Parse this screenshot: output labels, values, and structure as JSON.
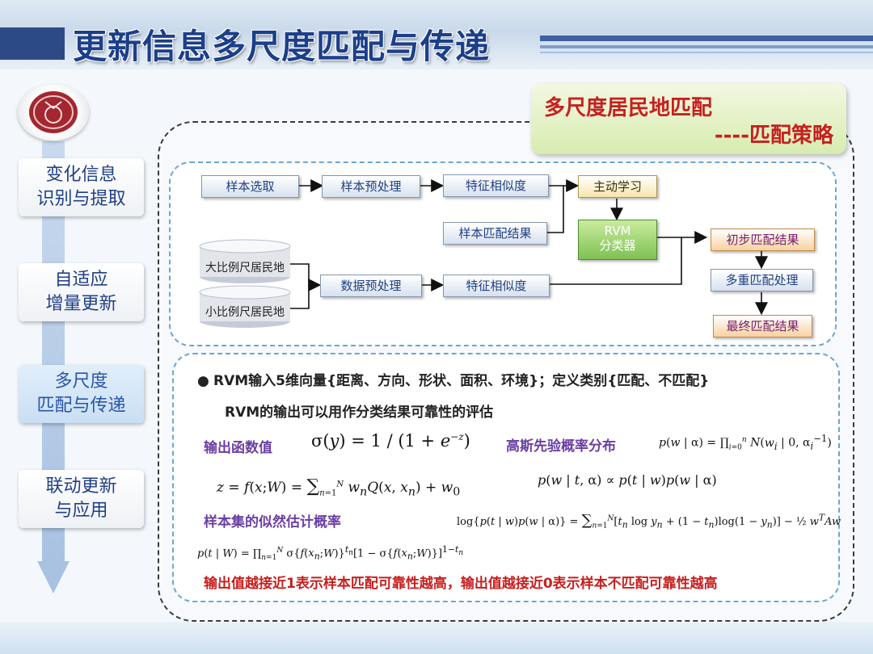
{
  "header": {
    "title": "更新信息多尺度匹配与传递"
  },
  "nav": {
    "items": [
      {
        "label": "变化信息\n识别与提取"
      },
      {
        "label": "自适应\n增量更新"
      },
      {
        "label": "多尺度\n匹配与传递"
      },
      {
        "label": "联动更新\n与应用"
      }
    ]
  },
  "strategy": {
    "title": "多尺度居民地匹配",
    "subtitle": "----匹配策略"
  },
  "flow": {
    "sample_select": "样本选取",
    "sample_preprocess": "样本预处理",
    "feature_similarity_1": "特征相似度",
    "active_learning": "主动学习",
    "sample_match_result": "样本匹配结果",
    "rvm_line1": "RVM",
    "rvm_line2": "分类器",
    "large_scale": "大比例尺居民地",
    "small_scale": "小比例尺居民地",
    "data_preprocess": "数据预处理",
    "feature_similarity_2": "特征相似度",
    "initial_result": "初步匹配结果",
    "multi_process": "多重匹配处理",
    "final_result": "最终匹配结果"
  },
  "formulas": {
    "bullet_line1": "RVM输入5维向量{距离、方向、形状、面积、环境}；定义类别{匹配、不匹配}",
    "bullet_line2": "RVM的输出可以用作分类结果可靠性的评估",
    "output_function_label": "输出函数值",
    "gaussian_prior_label": "高斯先验概率分布",
    "likelihood_label": "样本集的似然估计概率",
    "conclusion": "输出值越接近1表示样本匹配可靠性越高，输出值越接近0表示样本不匹配可靠性越高"
  }
}
